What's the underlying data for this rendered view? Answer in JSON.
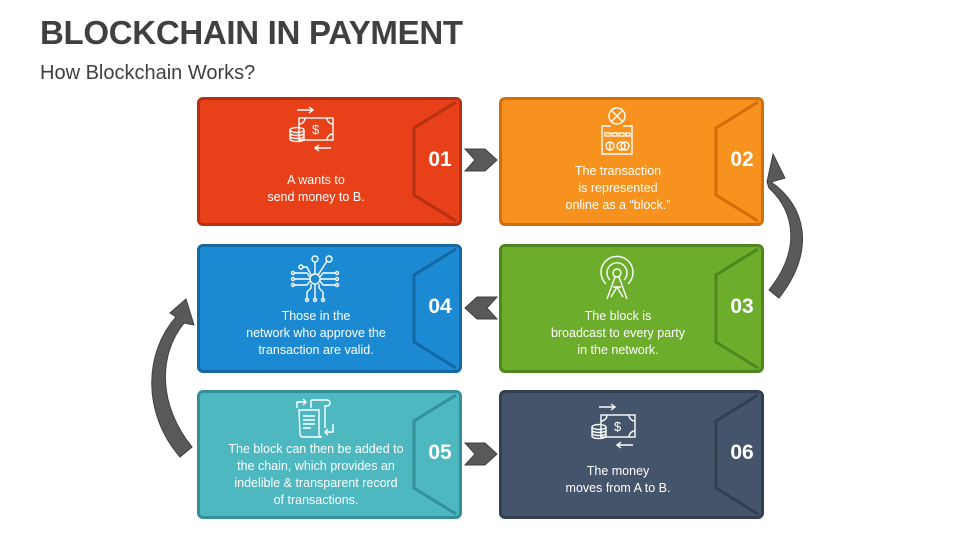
{
  "header": {
    "title": "BLOCKCHAIN IN PAYMENT",
    "subtitle": "How Blockchain Works?"
  },
  "steps": [
    {
      "number": "01",
      "text_lines": [
        "A wants to",
        "send money to B."
      ],
      "icon": "money-transfer-icon",
      "fill": "#E8411A",
      "border": "#B63012"
    },
    {
      "number": "02",
      "text_lines": [
        "The transaction",
        "is represented",
        "online as a “block.”"
      ],
      "icon": "card-block-icon",
      "fill": "#F7921E",
      "border": "#D26E0B"
    },
    {
      "number": "03",
      "text_lines": [
        "The block is",
        "broadcast to every party",
        "in the network."
      ],
      "icon": "broadcast-tower-icon",
      "fill": "#6CAE2C",
      "border": "#4F861E"
    },
    {
      "number": "04",
      "text_lines": [
        "Those in the",
        "network who approve the",
        "transaction are valid."
      ],
      "icon": "network-nodes-icon",
      "fill": "#1B8AD3",
      "border": "#1469A4"
    },
    {
      "number": "05",
      "text_lines": [
        "The block can then be added to",
        "the chain, which provides an",
        "indelible & transparent record",
        "of transactions."
      ],
      "icon": "document-scroll-icon",
      "fill": "#4DB8BF",
      "border": "#35909A"
    },
    {
      "number": "06",
      "text_lines": [
        "The money",
        "moves from A to B."
      ],
      "icon": "money-transfer-icon",
      "fill": "#44546A",
      "border": "#323F50"
    }
  ],
  "connectors": {
    "color": "#595959",
    "chevrons": [
      "01-to-02",
      "03-to-04",
      "05-to-06"
    ],
    "curves": [
      "02-to-03",
      "04-to-05"
    ]
  }
}
